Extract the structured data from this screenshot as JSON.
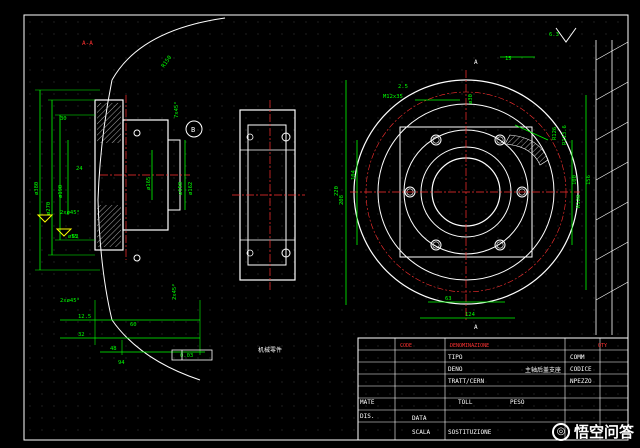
{
  "colors": {
    "background": "#000000",
    "outline": "#ffffff",
    "dimension": "#00ff00",
    "centerline": "#ff3030",
    "label": "#ffff00",
    "title_border": "#ffffff"
  },
  "views": {
    "section_label": "A-A",
    "detail_label": "B",
    "middle_caption": "机械零件",
    "front_top_label": "A",
    "front_bottom_label": "A"
  },
  "dimensions": {
    "left_view": [
      "30",
      "ø380",
      "ø270",
      "ø190",
      "24",
      "2xø45°",
      "ø55",
      "ø165",
      "ø150",
      "ø162",
      "12.5",
      "32",
      "48",
      "94",
      "0.03",
      "2xø45°",
      "2x45°",
      "R150",
      "7x45°",
      "62",
      "60"
    ],
    "front_view": [
      "2.5",
      "M12x35",
      "ø30",
      "15",
      "6.3",
      "208",
      "104",
      "100",
      "R126",
      "R113.6",
      "R128",
      "63",
      "124",
      "156",
      "220"
    ]
  },
  "title_block": {
    "code_label": "CODE",
    "denomination_label": "DENOMINAZIONE",
    "qty_label": "QTY",
    "tipo_label": "TIPO",
    "comm_label": "COMM",
    "tipo_value": "DENO",
    "codice_label": "CODICE",
    "part_title": "主轴后盖支座",
    "tratt_label": "TRATT/CERN",
    "pezzo_label": "NPEZZO",
    "tolle_label": "TOLL",
    "peso_label": "PESO",
    "material_label": "MATE",
    "dis_label": "DIS.",
    "data_label": "DATA",
    "scala_label": "SCALA",
    "sostituzione_label": "SOSTITUZIONE"
  },
  "watermark": {
    "icon": "platform-logo-icon",
    "text": "悟空问答"
  }
}
